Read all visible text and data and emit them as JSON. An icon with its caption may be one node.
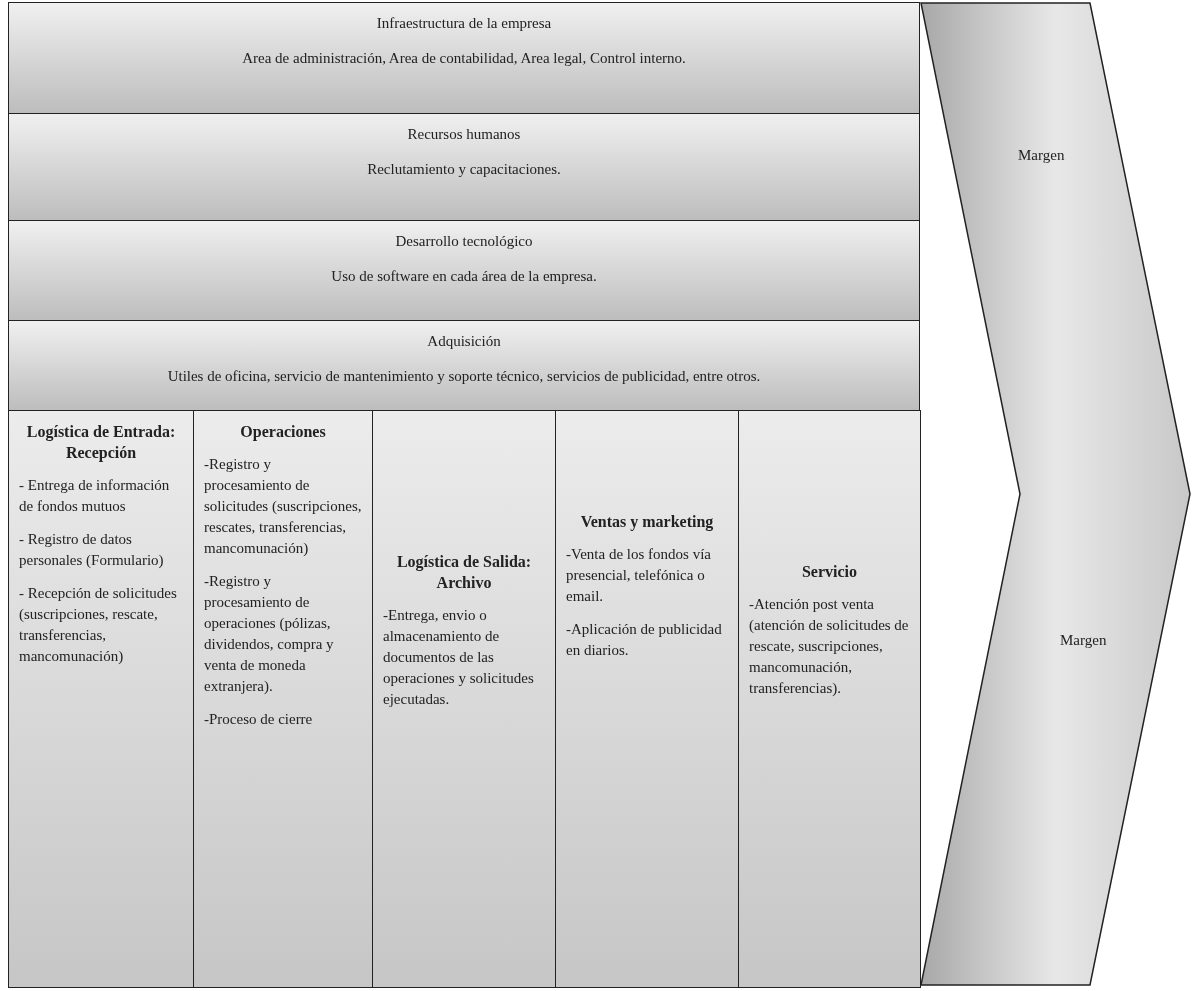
{
  "diagram": {
    "nodes": [
      {
        "text": [
          "Infraestructura de la empresa",
          "Area de administración, Area de contabilidad, Area legal, Control interno."
        ]
      },
      {
        "text": [
          "Recursos humanos",
          "Reclutamiento y capacitaciones."
        ]
      },
      {
        "text": [
          "Desarrollo tecnológico",
          "Uso de software en cada área de la empresa."
        ]
      },
      {
        "text": [
          "Adquisición",
          "Utiles de oficina, servicio de mantenimiento y soporte técnico, servicios de publicidad, entre otros."
        ]
      },
      {
        "text": [
          "Logística de Entrada: Recepción",
          "- Entrega de información de fondos mutuos",
          "- Registro de datos personales (Formulario)",
          "- Recepción de solicitudes (suscripciones, rescate, transferencias, mancomunación)"
        ]
      },
      {
        "text": [
          "Operaciones",
          "-Registro y procesamiento de solicitudes (suscripciones, rescates, transferencias, mancomunación)",
          "-Registro y procesamiento de operaciones (pólizas, dividendos, compra y venta de moneda extranjera).",
          "-Proceso de cierre"
        ]
      },
      {
        "text": [
          "Logística de Salida: Archivo",
          "-Entrega, envio o almacenamiento de documentos de las operaciones y solicitudes ejecutadas."
        ]
      },
      {
        "text": [
          "Ventas y marketing",
          "-Venta de los fondos vía presencial, telefónica o email.",
          "-Aplicación de publicidad en diarios."
        ]
      },
      {
        "text": [
          "Servicio",
          "-Atención post venta (atención de solicitudes de rescate, suscripciones, mancomunación, transferencias)."
        ]
      },
      {
        "text": [
          "Margen",
          "Margen"
        ]
      }
    ],
    "edges": []
  }
}
